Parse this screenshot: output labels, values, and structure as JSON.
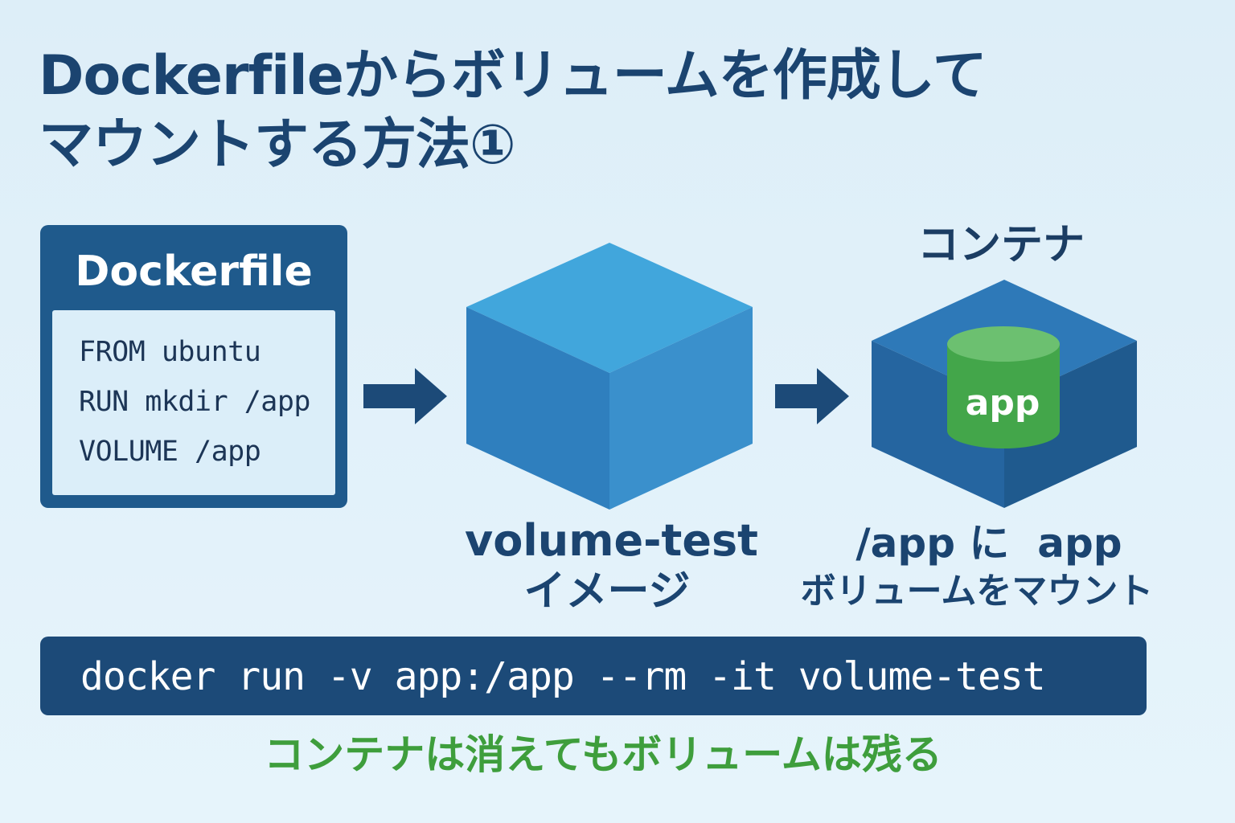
{
  "title": {
    "line1": "Dockerfileからボリュームを作成して",
    "line2": "マウントする方法①"
  },
  "dockerfile": {
    "heading": "Dockerfile",
    "lines": [
      "FROM ubuntu",
      "RUN mkdir /app",
      "VOLUME /app"
    ]
  },
  "image": {
    "name": "volume-test",
    "caption": "イメージ"
  },
  "container": {
    "heading": "コンテナ",
    "volume_label": "app",
    "caption_line1": "/app に  app",
    "caption_line2": "ボリュームをマウント"
  },
  "command": "docker run -v app:/app --rm -it volume-test",
  "note": "コンテナは消えてもボリュームは残る",
  "colors": {
    "background": "#e1f1fa",
    "navy": "#1b4470",
    "panel_blue": "#1f5a8c",
    "cube_light": "#3fa3da",
    "cube_mid": "#3c8dc9",
    "cube_dark": "#2a6fa8",
    "volume_green": "#4caf50",
    "note_green": "#3e9e3c"
  },
  "icons": [
    "arrow-right-icon",
    "cube-icon",
    "container-cube-icon",
    "volume-cylinder-icon"
  ]
}
